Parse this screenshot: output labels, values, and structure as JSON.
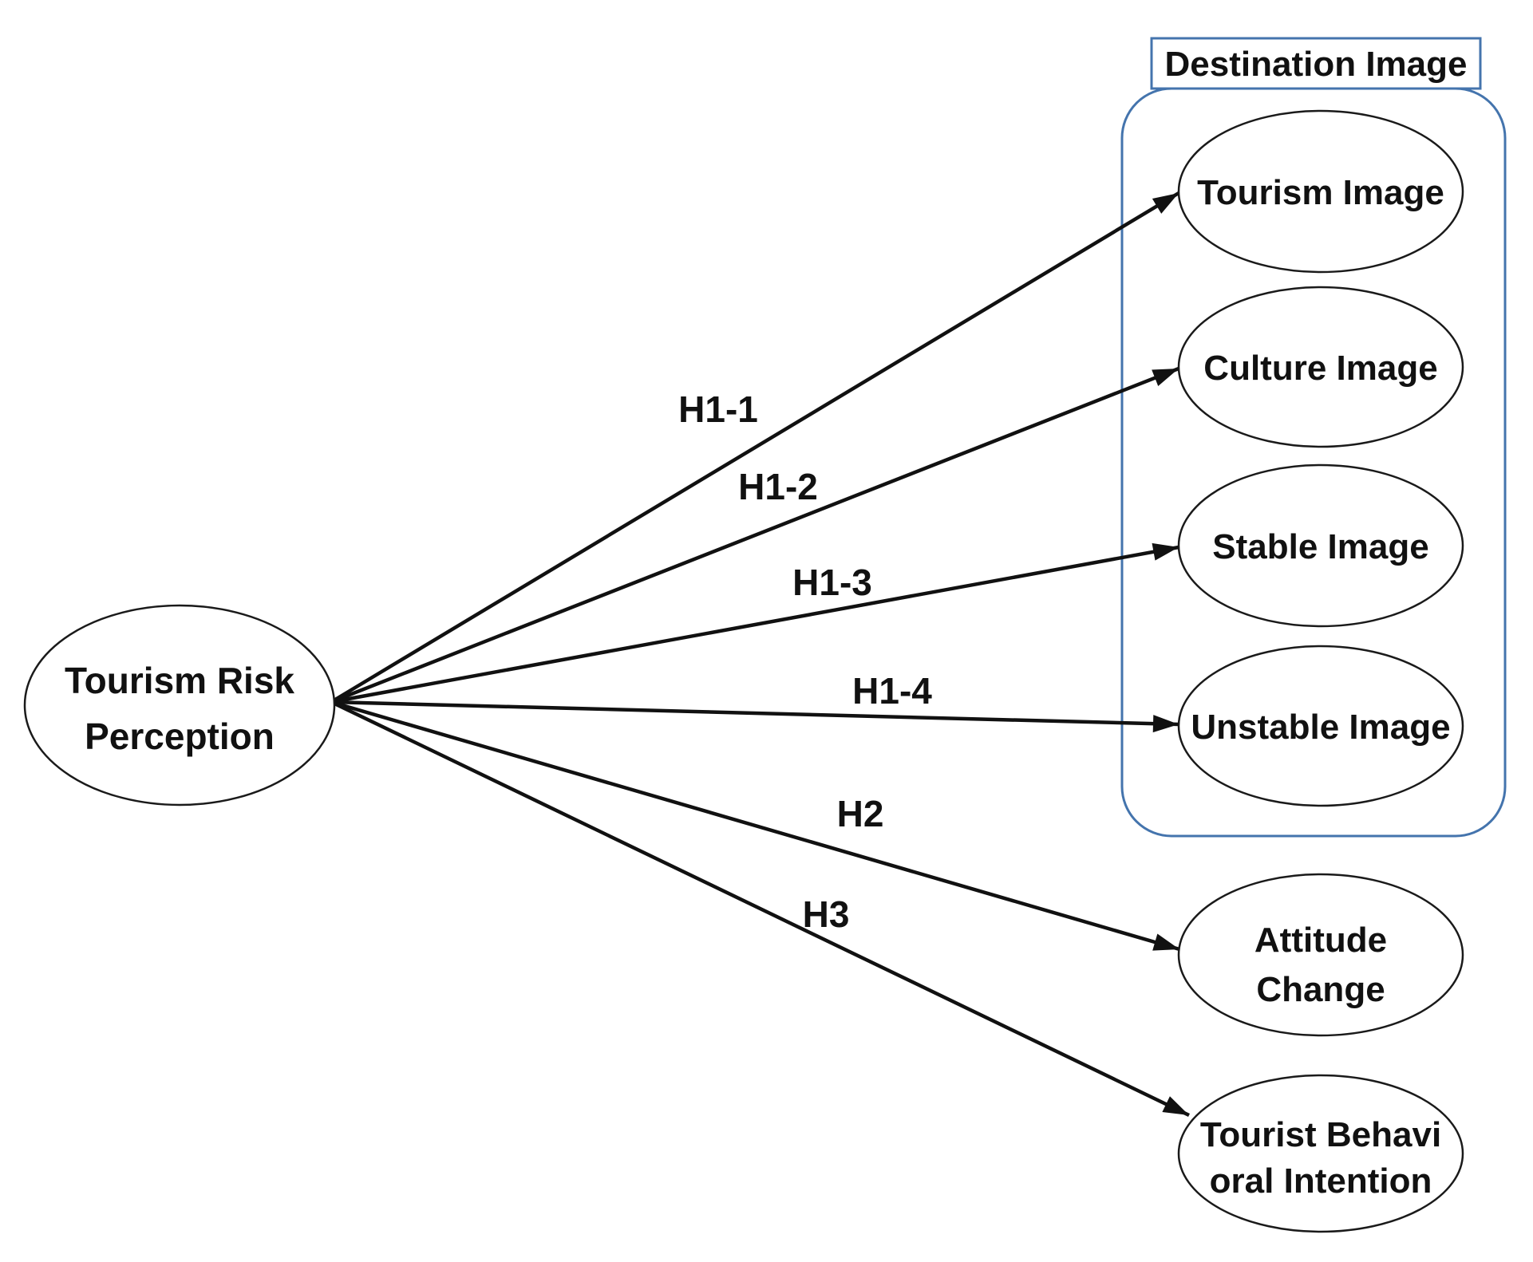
{
  "figure": {
    "type": "hypothesis-path-model",
    "container": {
      "title": "Destination Image"
    },
    "nodes": {
      "source": {
        "label": "Tourism Risk Perception",
        "line1": "Tourism Risk",
        "line2": "Perception"
      },
      "tourism_image": {
        "label": "Tourism Image"
      },
      "culture_image": {
        "label": "Culture Image"
      },
      "stable_image": {
        "label": "Stable Image"
      },
      "unstable_image": {
        "label": "Unstable Image"
      },
      "attitude_change": {
        "label": "Attitude Change",
        "line1": "Attitude",
        "line2": "Change"
      },
      "tourist_behavioral_intention": {
        "label": "Tourist Behavioral Intention",
        "line1": "Tourist Behavi",
        "line2": "oral Intention"
      }
    },
    "edges": [
      {
        "label": "H1-1",
        "from": "source",
        "to": "tourism_image"
      },
      {
        "label": "H1-2",
        "from": "source",
        "to": "culture_image"
      },
      {
        "label": "H1-3",
        "from": "source",
        "to": "stable_image"
      },
      {
        "label": "H1-4",
        "from": "source",
        "to": "unstable_image"
      },
      {
        "label": "H2",
        "from": "source",
        "to": "attitude_change"
      },
      {
        "label": "H3",
        "from": "source",
        "to": "tourist_behavioral_intention"
      }
    ],
    "colors": {
      "container_border": "#4474ad",
      "node_border": "#1a1a1a",
      "arrow": "#111111",
      "text": "#111111",
      "background": "#ffffff"
    }
  }
}
